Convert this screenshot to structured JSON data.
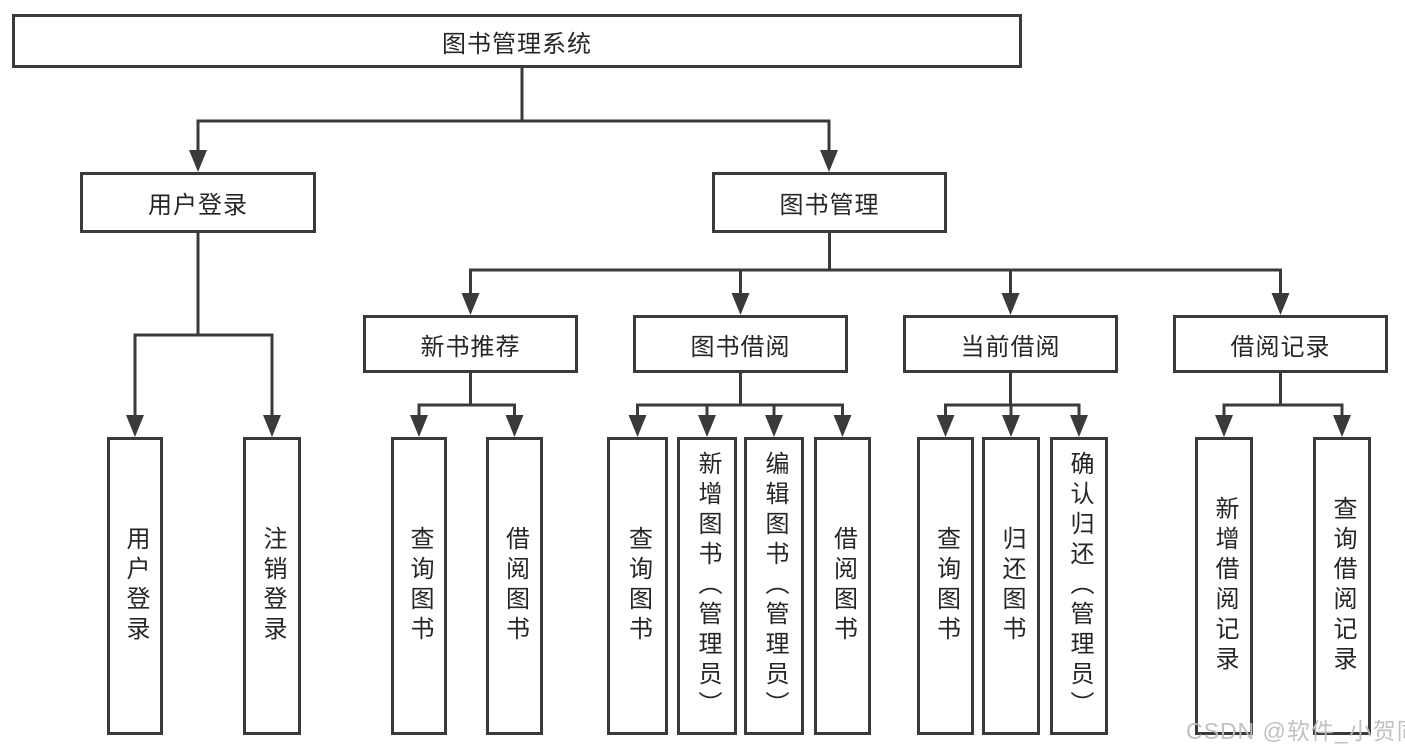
{
  "diagram": {
    "root": {
      "label": "图书管理系统"
    },
    "level2": [
      {
        "label": "用户登录",
        "children": [
          "用户登录",
          "注销登录"
        ]
      },
      {
        "label": "图书管理"
      }
    ],
    "level3": [
      {
        "label": "新书推荐",
        "children": [
          "查询图书",
          "借阅图书"
        ]
      },
      {
        "label": "图书借阅",
        "children": [
          "查询图书",
          "新增图书（管理员）",
          "编辑图书（管理员）",
          "借阅图书"
        ]
      },
      {
        "label": "当前借阅",
        "children": [
          "查询图书",
          "归还图书",
          "确认归还（管理员）"
        ]
      },
      {
        "label": "借阅记录",
        "children": [
          "新增借阅记录",
          "查询借阅记录"
        ]
      }
    ]
  },
  "watermark": {
    "text": "CSDN @软件_小贺同学"
  },
  "colors": {
    "line": "#3a3a3a",
    "text": "#262626",
    "box_fill": "#ffffff",
    "watermark": "#bebebe"
  }
}
